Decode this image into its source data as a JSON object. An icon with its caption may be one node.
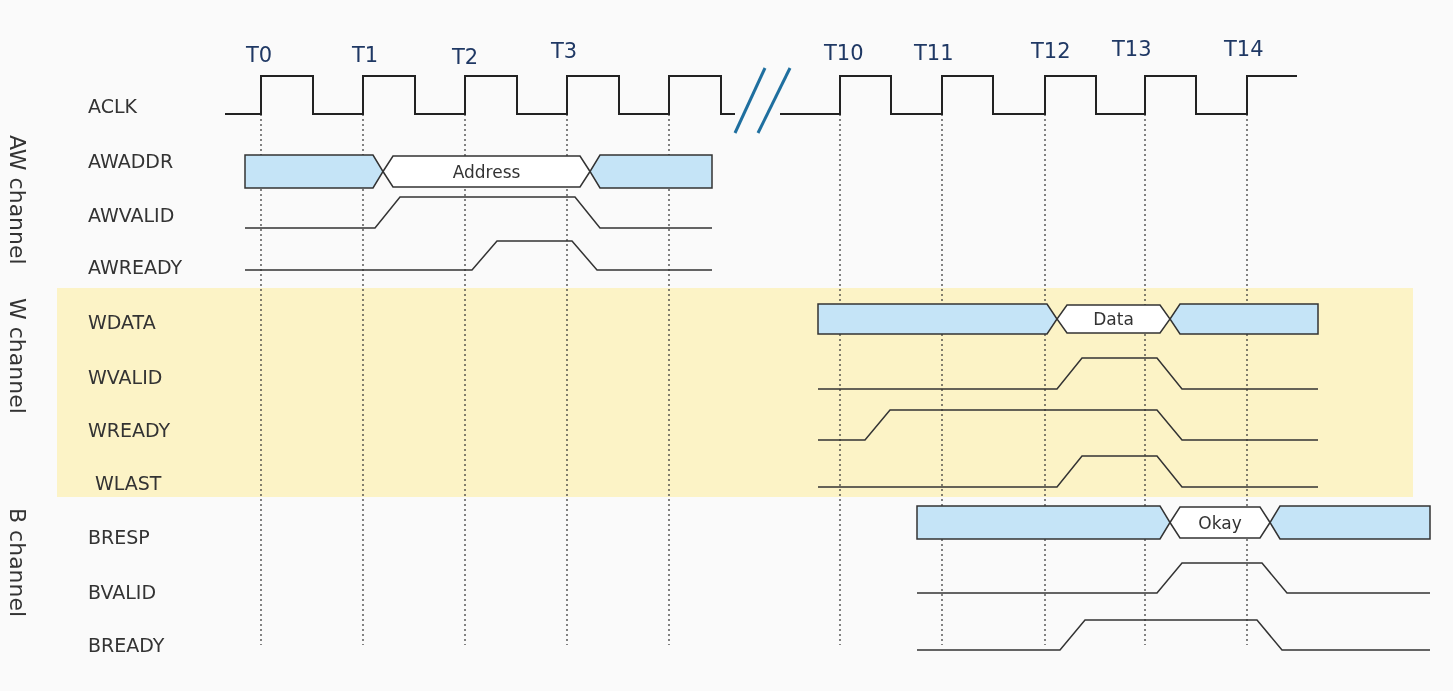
{
  "diagram": {
    "nodes": [
      {
        "text": [
          "Address"
        ]
      },
      {
        "text": [
          "Data"
        ]
      },
      {
        "text": [
          "Okay"
        ]
      }
    ],
    "labels": [
      "T0",
      "T1",
      "T2",
      "T3",
      "T10",
      "T11",
      "T12",
      "T13",
      "T14",
      "ACLK",
      "AWADDR",
      "AWVALID",
      "AWREADY",
      "WDATA",
      "WVALID",
      "WREADY",
      "WLAST",
      "BRESP",
      "BVALID",
      "BREADY",
      "AW channel",
      "W channel",
      "B channel"
    ]
  }
}
